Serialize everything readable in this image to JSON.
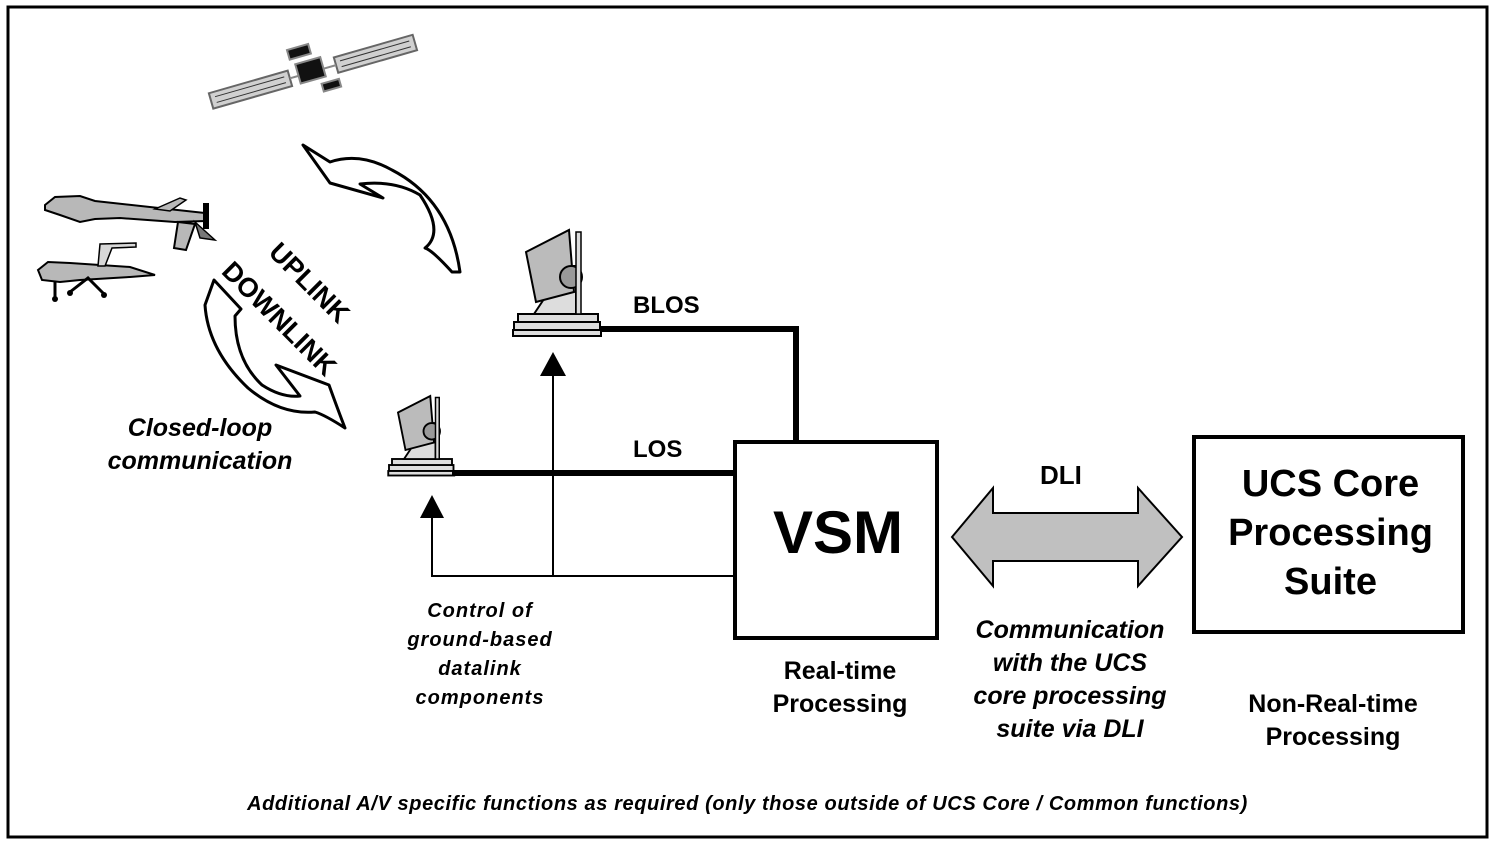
{
  "diagram": {
    "title": "VSM datalink and DLI architecture",
    "links": {
      "uplink": "UPLINK",
      "downlink": "DOWNLINK",
      "blos": "BLOS",
      "los": "LOS",
      "dli": "DLI"
    },
    "captions": {
      "closed_loop": [
        "Closed-loop",
        "communication"
      ],
      "control": [
        "Control of",
        "ground-based",
        "datalink",
        "components"
      ],
      "communication": [
        "Communication",
        "with the UCS",
        "core processing",
        "suite via DLI"
      ],
      "real_time": [
        "Real-time",
        "Processing"
      ],
      "non_real_time": [
        "Non-Real-time",
        "Processing"
      ],
      "footer": "Additional A/V specific functions as required (only those outside of UCS Core / Common functions)"
    },
    "boxes": {
      "vsm": "VSM",
      "ucs": [
        "UCS Core",
        "Processing",
        "Suite"
      ]
    },
    "icons": [
      "satellite-icon",
      "uav-predator-icon",
      "uav-small-icon",
      "ground-antenna-icon"
    ],
    "colors": {
      "stroke": "#000000",
      "fill_gray": "#c0c0c0",
      "fill_light": "#e0e0e0",
      "background": "#ffffff"
    }
  }
}
